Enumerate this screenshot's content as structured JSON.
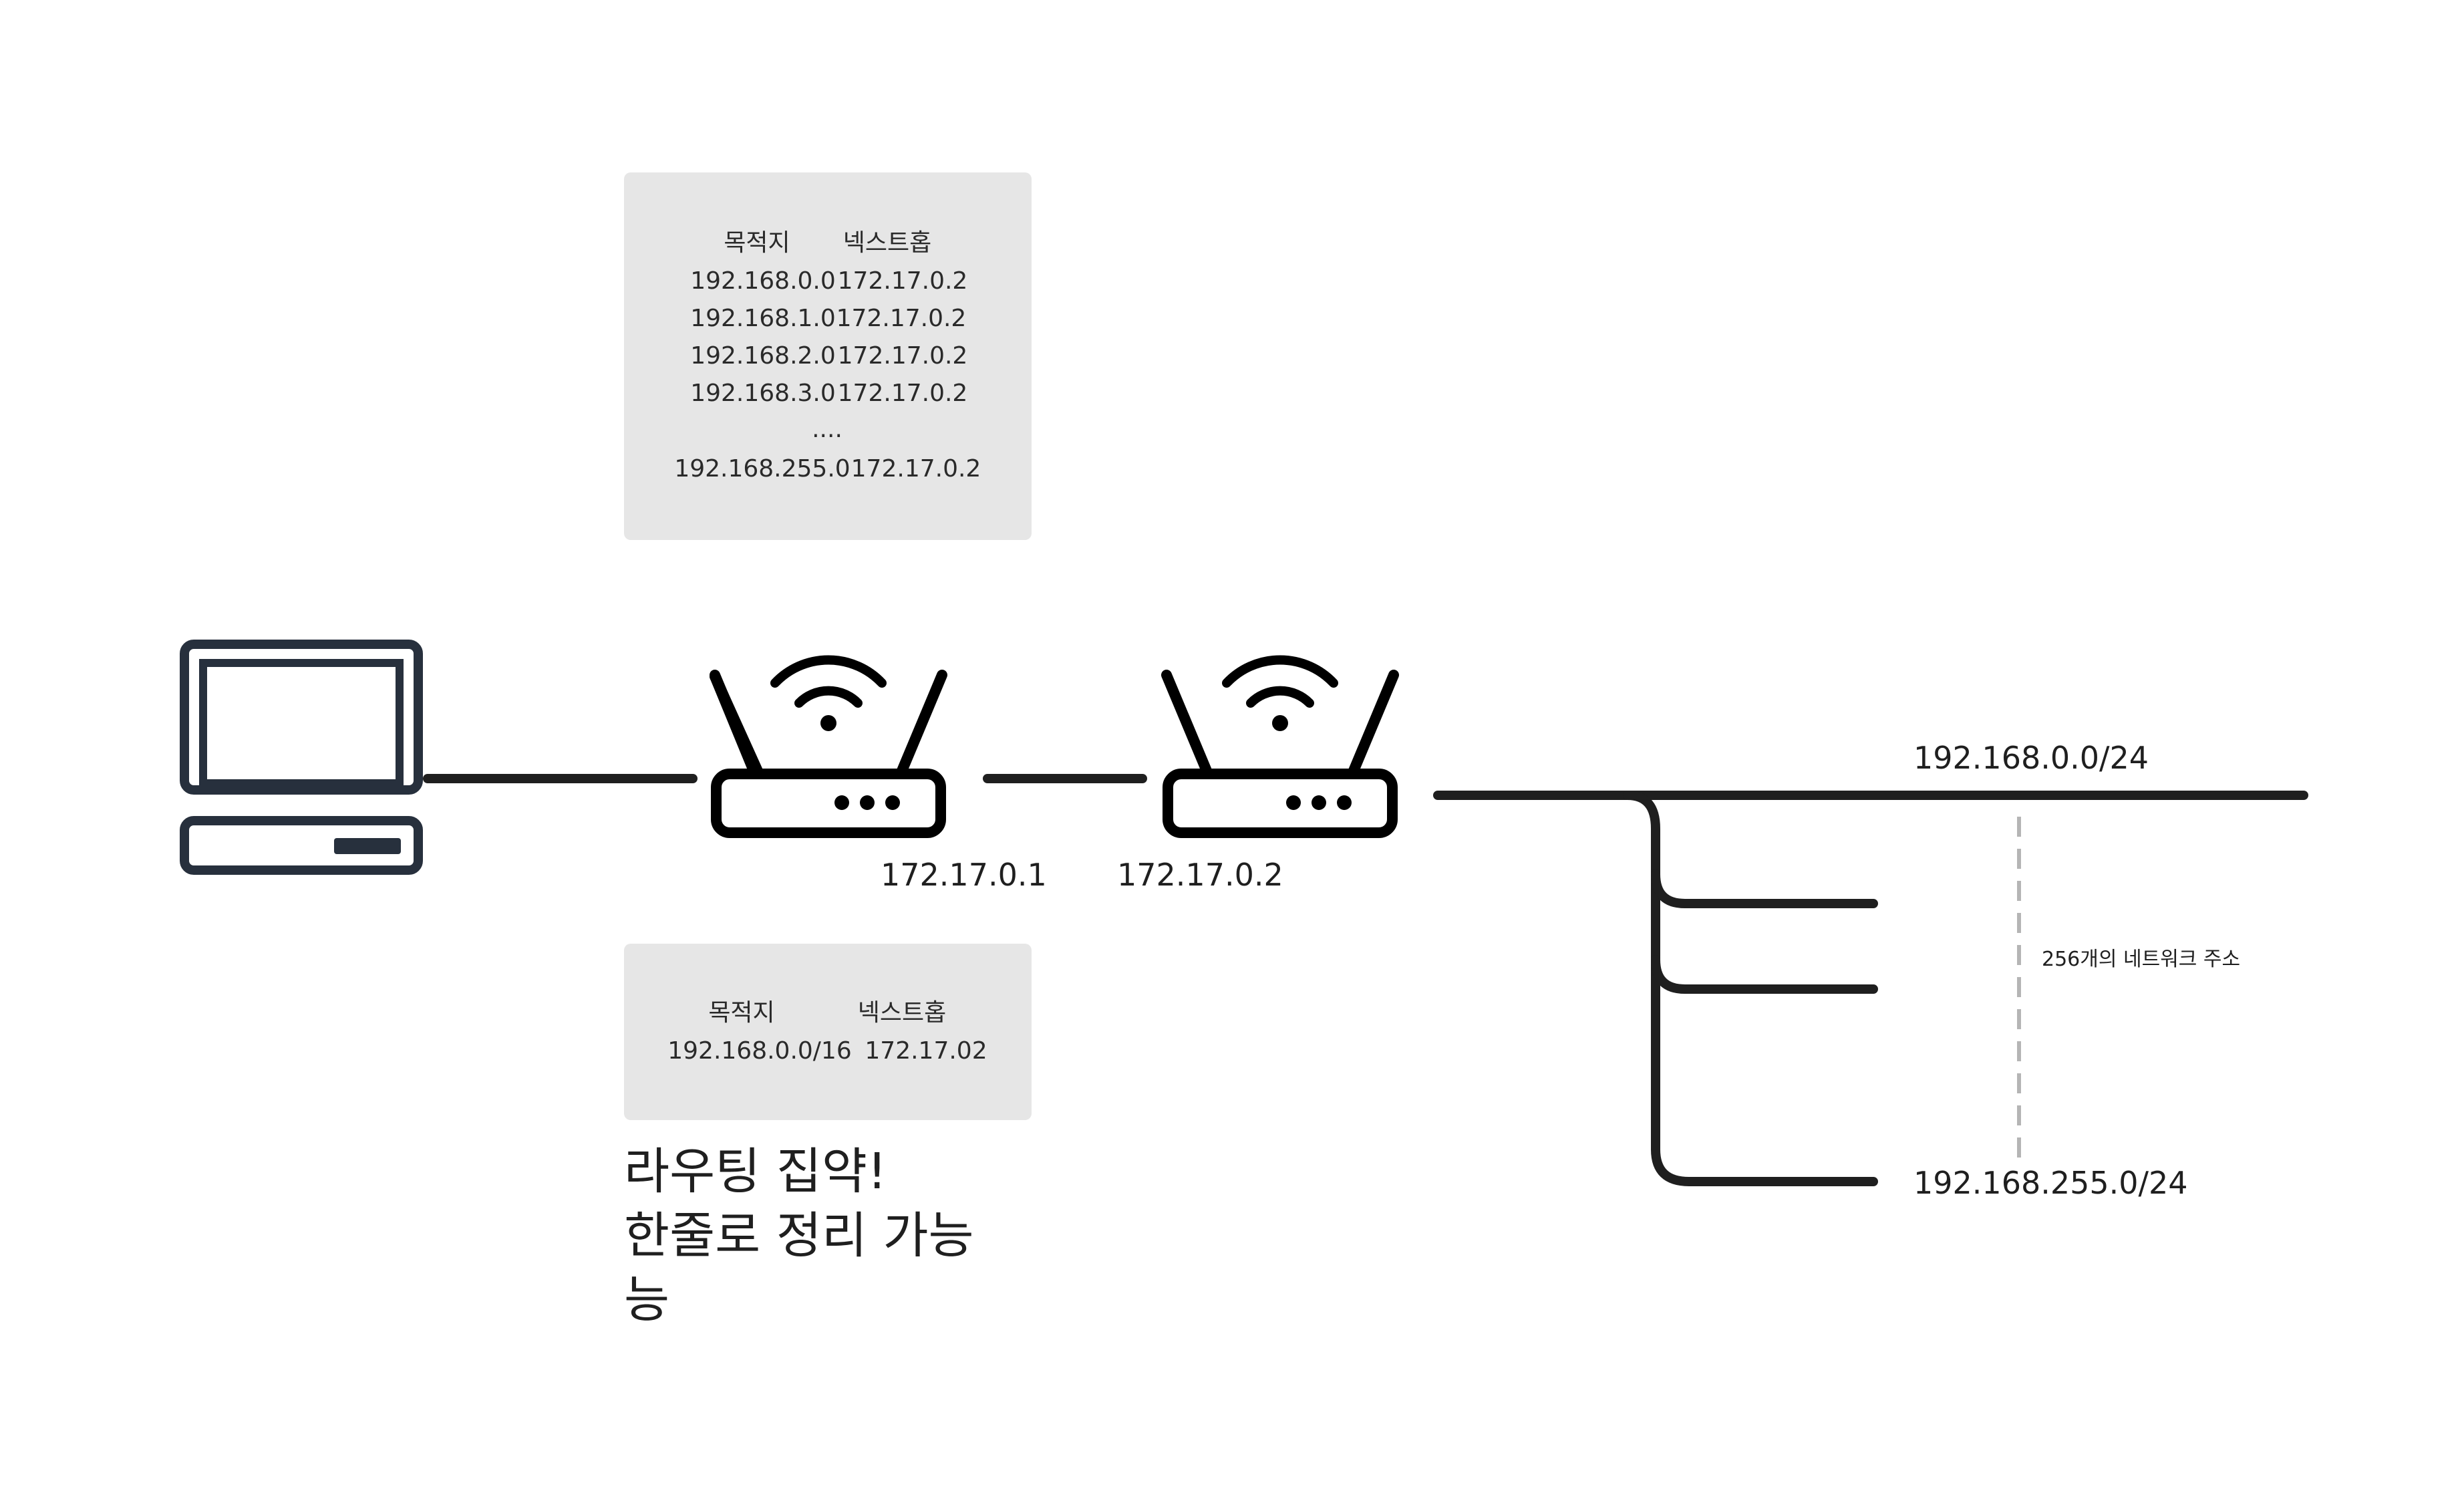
{
  "routing_table_before": {
    "header": {
      "destination": "목적지",
      "next_hop": "넥스트홉"
    },
    "rows": [
      {
        "destination": "192.168.0.0",
        "next_hop": "172.17.0.2"
      },
      {
        "destination": "192.168.1.0",
        "next_hop": "172.17.0.2"
      },
      {
        "destination": "192.168.2.0",
        "next_hop": "172.17.0.2"
      },
      {
        "destination": "192.168.3.0",
        "next_hop": "172.17.0.2"
      }
    ],
    "ellipsis": "....",
    "last_row": {
      "destination": "192.168.255.0",
      "next_hop": "172.17.0.2"
    }
  },
  "routing_table_after": {
    "header": {
      "destination": "목적지",
      "next_hop": "넥스트홉"
    },
    "row": {
      "destination": "192.168.0.0/16",
      "next_hop": "172.17.02"
    }
  },
  "routers": {
    "router1_ip": "172.17.0.1",
    "router2_ip": "172.17.0.2"
  },
  "networks": {
    "first": "192.168.0.0/24",
    "last": "192.168.255.0/24",
    "count_label": "256개의 네트워크 주소"
  },
  "caption": {
    "line1": "라우팅 집약!",
    "line2": "한줄로 정리 가능",
    "line3": "능"
  },
  "colors": {
    "line": "#1f1f1f",
    "table_bg": "#e6e6e6",
    "dashed": "#b5b5b5",
    "computer": "#27303d"
  }
}
